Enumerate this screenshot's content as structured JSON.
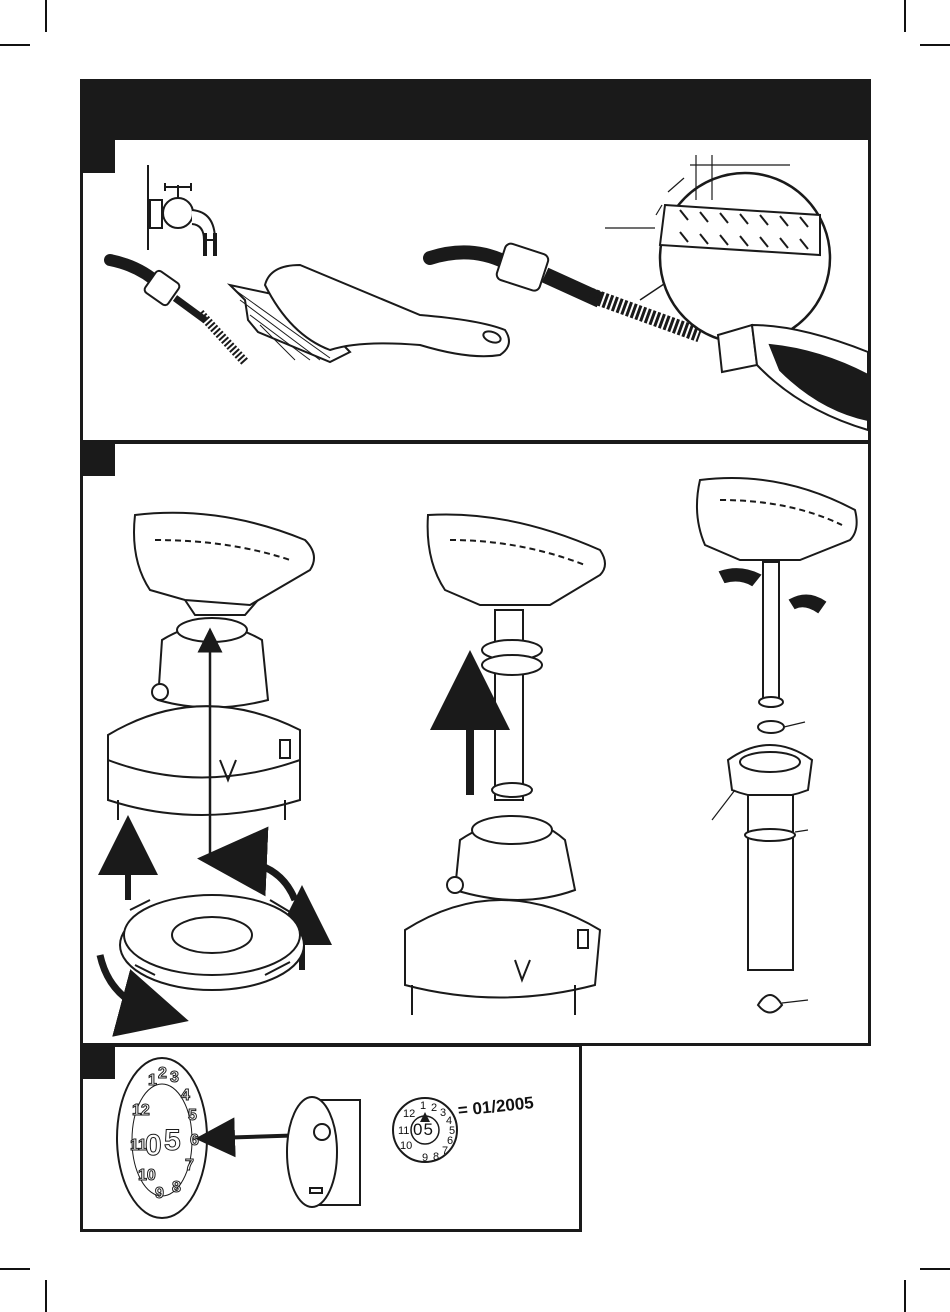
{
  "header": {
    "title": ""
  },
  "section3": {
    "date_code": "= 01/2005",
    "dial_numbers": [
      "1",
      "2",
      "3",
      "4",
      "5",
      "6",
      "7",
      "8",
      "9",
      "10",
      "11",
      "12"
    ],
    "dial_center": "05"
  },
  "colors": {
    "ink": "#1a1a1a",
    "paper": "#ffffff",
    "shade": "#cfcfcf"
  }
}
